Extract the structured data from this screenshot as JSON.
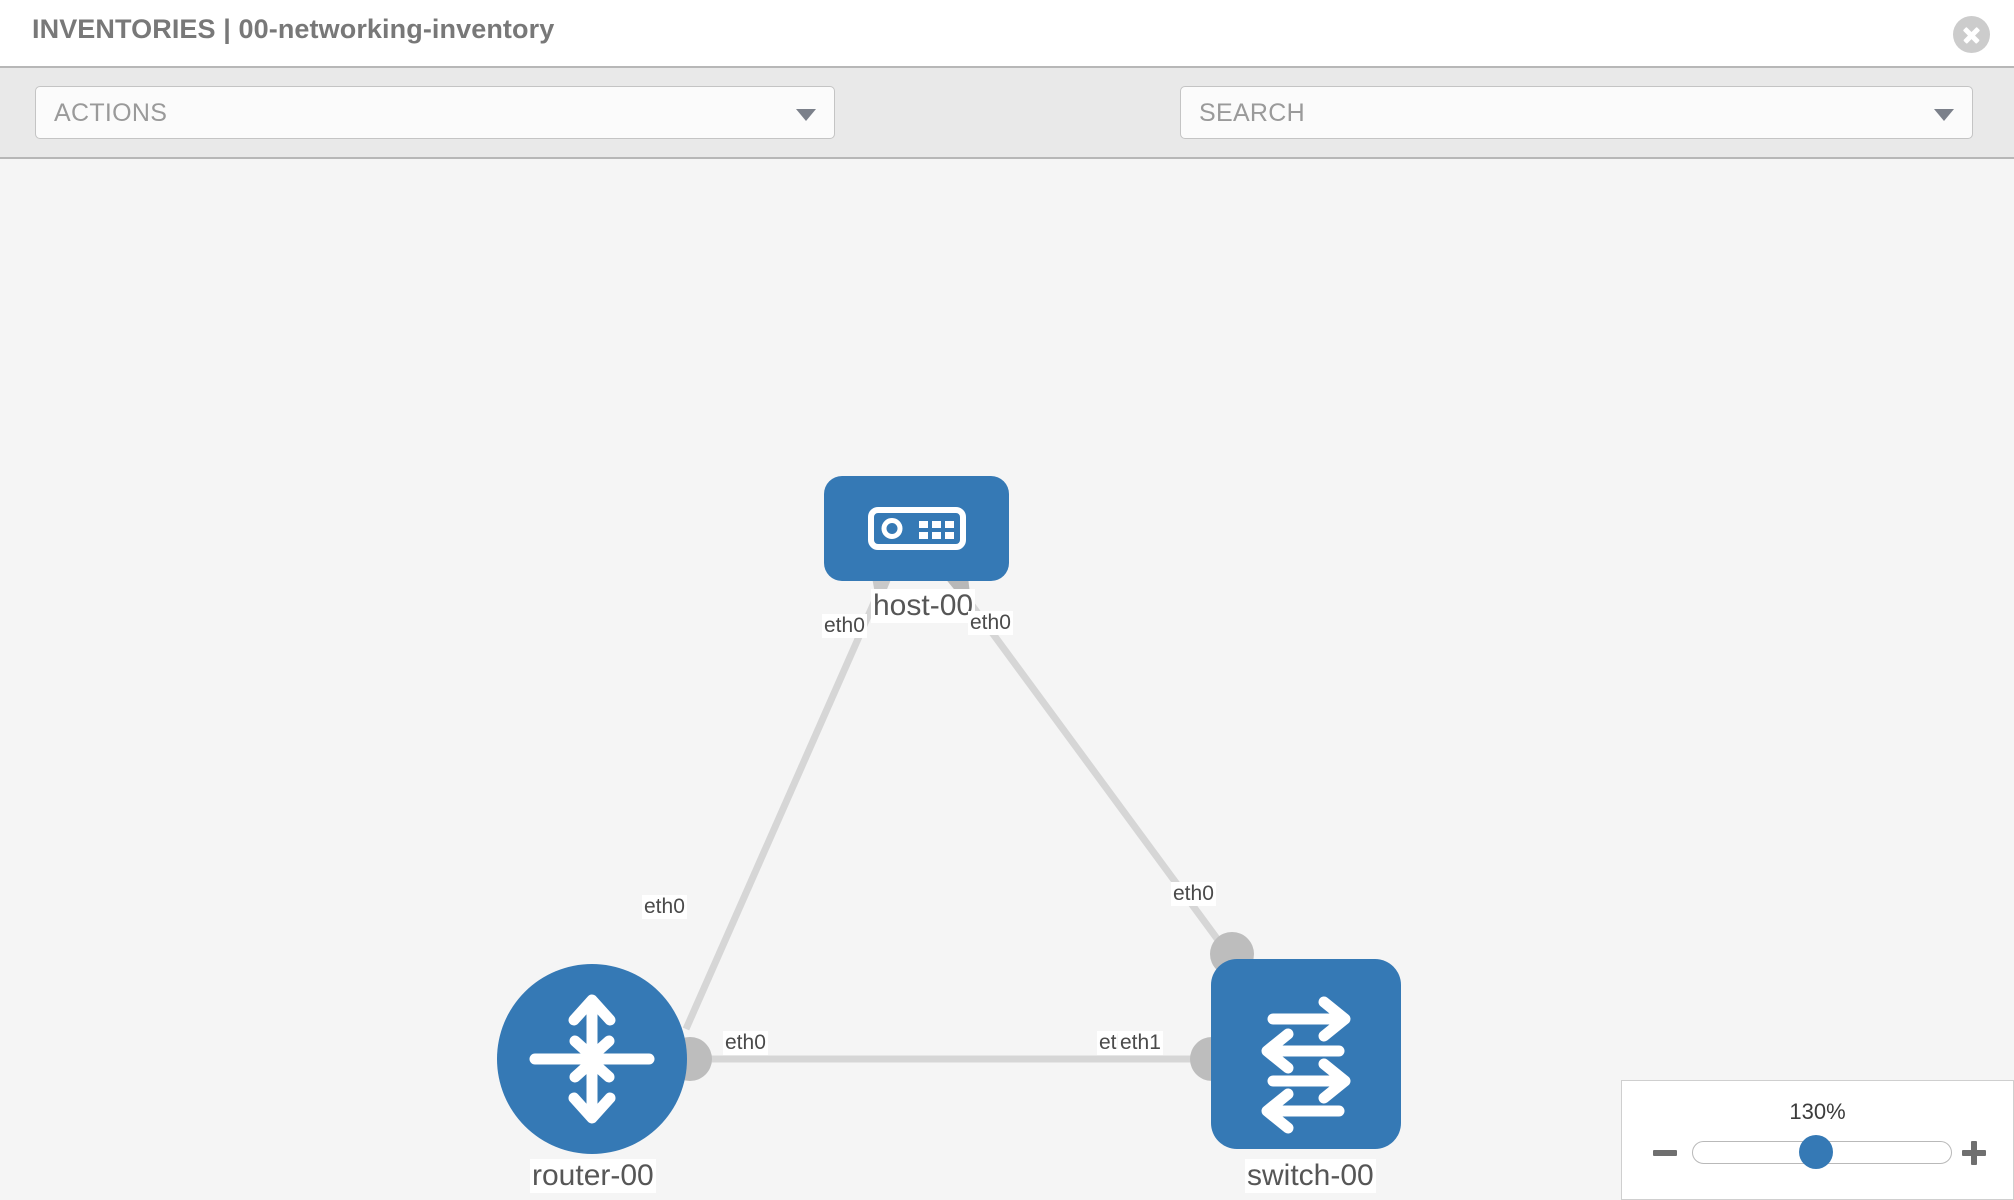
{
  "header": {
    "title": "INVENTORIES | 00-networking-inventory",
    "close_icon": "close-circle-icon"
  },
  "toolbar": {
    "actions_label": "ACTIONS",
    "actions_caret": "chevron-down-icon",
    "search_placeholder": "SEARCH",
    "search_caret": "chevron-down-icon",
    "wrench_icon": "wrench-icon",
    "key_icon": "key-icon"
  },
  "topology": {
    "nodes": [
      {
        "id": "host-00",
        "label": "host-00",
        "type": "host",
        "icon": "server-icon"
      },
      {
        "id": "router-00",
        "label": "router-00",
        "type": "router",
        "icon": "router-arrows-icon"
      },
      {
        "id": "switch-00",
        "label": "switch-00",
        "type": "switch",
        "icon": "switch-arrows-icon"
      }
    ],
    "interfaces": {
      "host_left": "eth0",
      "host_right": "eth0",
      "router_up": "eth0",
      "switch_up": "eth0",
      "router_right": "eth0",
      "switch_left_a": "eth0",
      "switch_left_b": "eth1"
    },
    "links": [
      {
        "from": "host-00",
        "from_iface": "eth0",
        "to": "router-00",
        "to_iface": "eth0"
      },
      {
        "from": "host-00",
        "from_iface": "eth0",
        "to": "switch-00",
        "to_iface": "eth0"
      },
      {
        "from": "router-00",
        "from_iface": "eth0",
        "to": "switch-00",
        "to_iface": "eth1"
      }
    ],
    "colors": {
      "node_blue": "#3579b5",
      "link_gray": "#d6d6d6",
      "connector_gray": "#bdbdbd",
      "canvas_bg": "#f5f5f5"
    }
  },
  "zoom_control": {
    "value": "130%",
    "minus_label": "minus-icon",
    "plus_label": "plus-icon"
  }
}
